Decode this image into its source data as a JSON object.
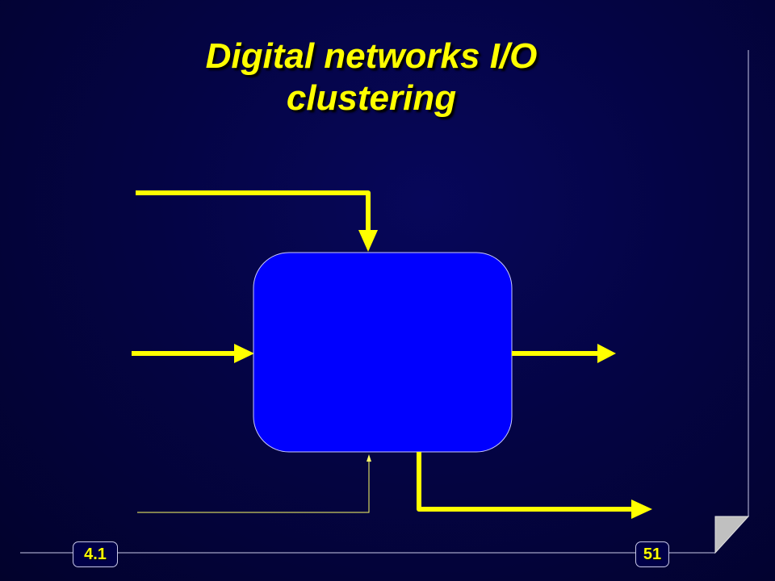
{
  "slide": {
    "title_line1": "Digital networks I/O",
    "title_line2": "clustering"
  },
  "footer": {
    "section_number": "4.1",
    "page_number": "51"
  },
  "diagram": {
    "block_color": "#0000ff",
    "arrow_color": "#ffff00",
    "thin_line_color": "#ffff66"
  },
  "theme": {
    "background": "#040444",
    "title_color": "#ffff00",
    "frame_color": "#c8c8e8",
    "page_corner_color": "#c0c0c0"
  }
}
